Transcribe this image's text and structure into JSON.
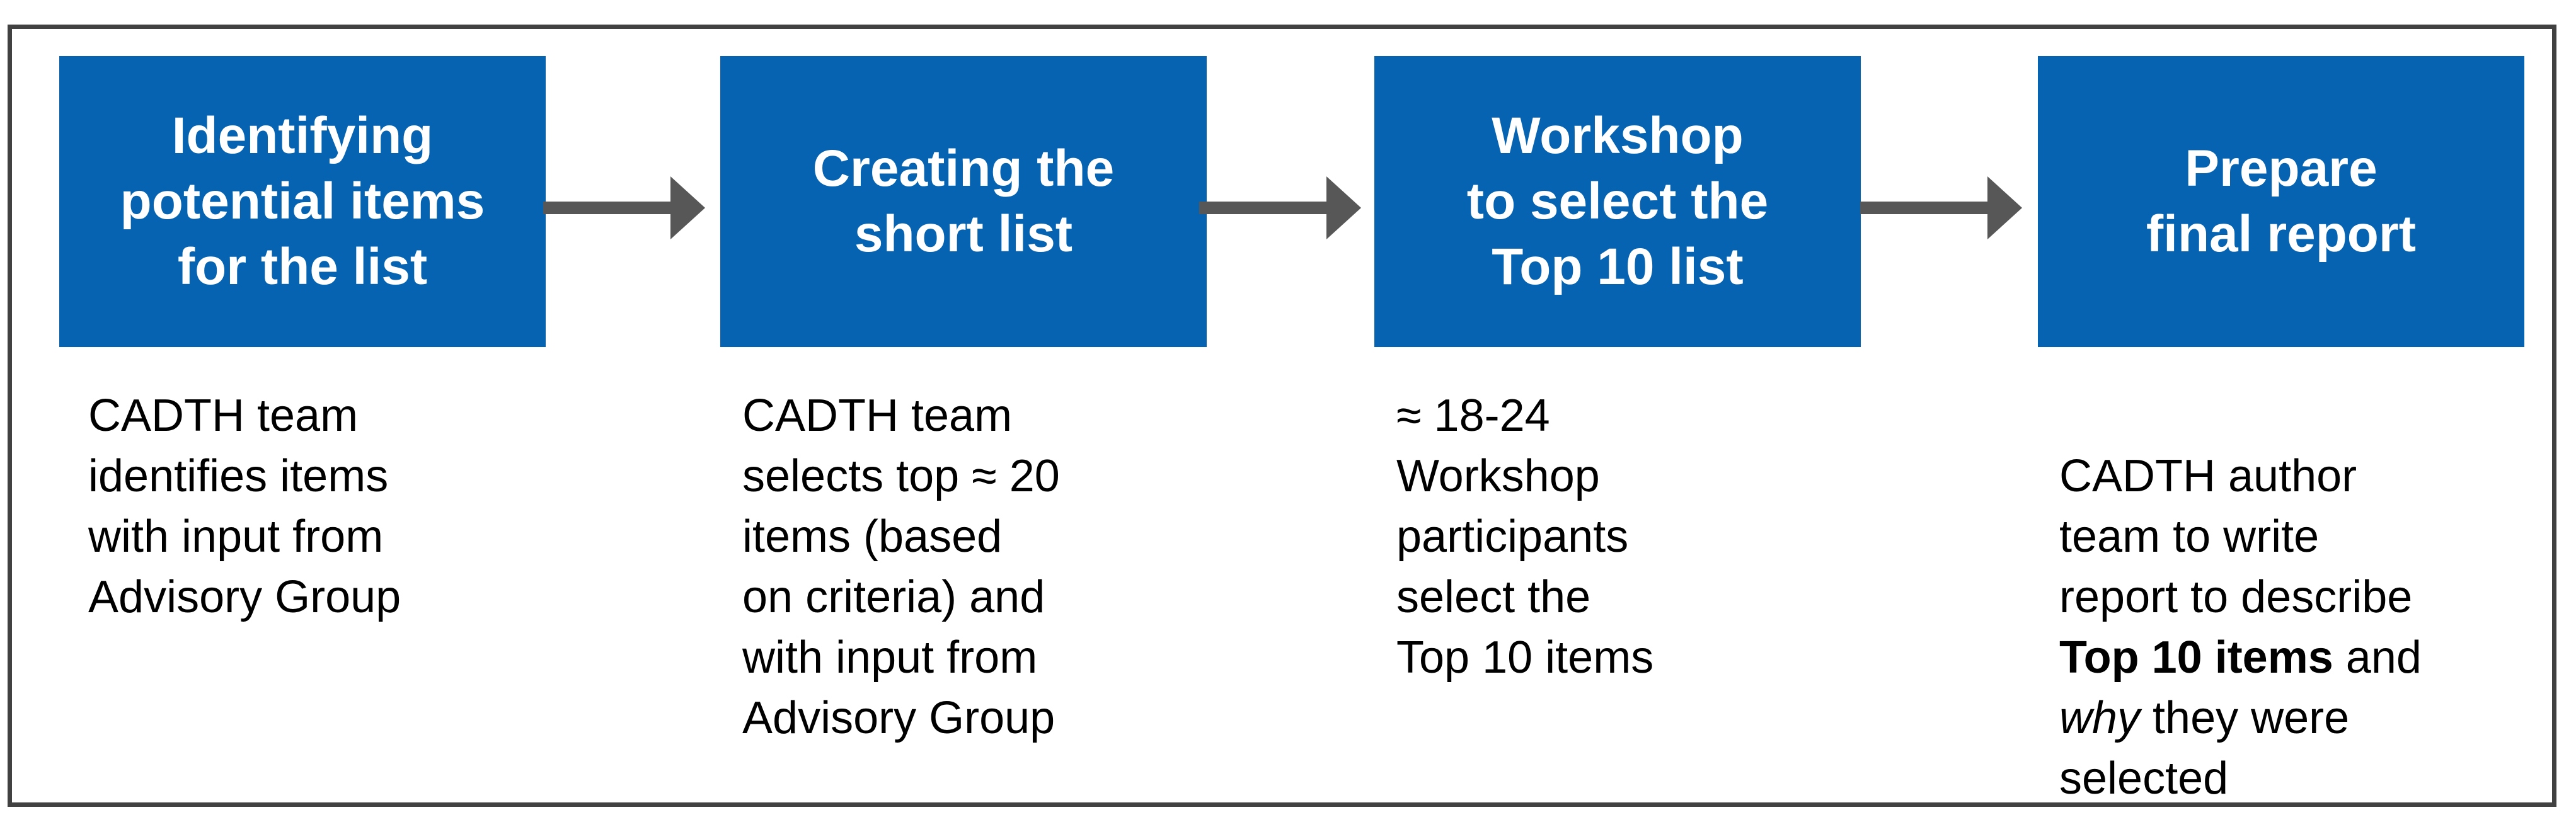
{
  "colors": {
    "box_blue": "#0563B1",
    "arrow_gray": "#575757",
    "frame_gray": "#414141",
    "title_white": "#FFFFFF",
    "body_black": "#000000"
  },
  "steps": [
    {
      "title": "Identifying\npotential items\nfor the list",
      "body": "CADTH team\nidentifies items\nwith input from\nAdvisory Group"
    },
    {
      "title": "Creating the\nshort list",
      "body": "CADTH team\nselects top ≈ 20\nitems (based\non criteria) and\nwith input from\nAdvisory Group"
    },
    {
      "title": "Workshop\nto select the\nTop 10 list",
      "body": "≈ 18-24\nWorkshop\nparticipants\nselect the\nTop 10 items"
    },
    {
      "title": "Prepare\nfinal report",
      "body_segments": [
        {
          "style": "normal",
          "text": "CADTH author\nteam to write\nreport to describe\n"
        },
        {
          "style": "bold",
          "text": "Top 10 items"
        },
        {
          "style": "normal",
          "text": " and\n"
        },
        {
          "style": "italic",
          "text": "why"
        },
        {
          "style": "normal",
          "text": " they were\nselected"
        }
      ]
    }
  ]
}
